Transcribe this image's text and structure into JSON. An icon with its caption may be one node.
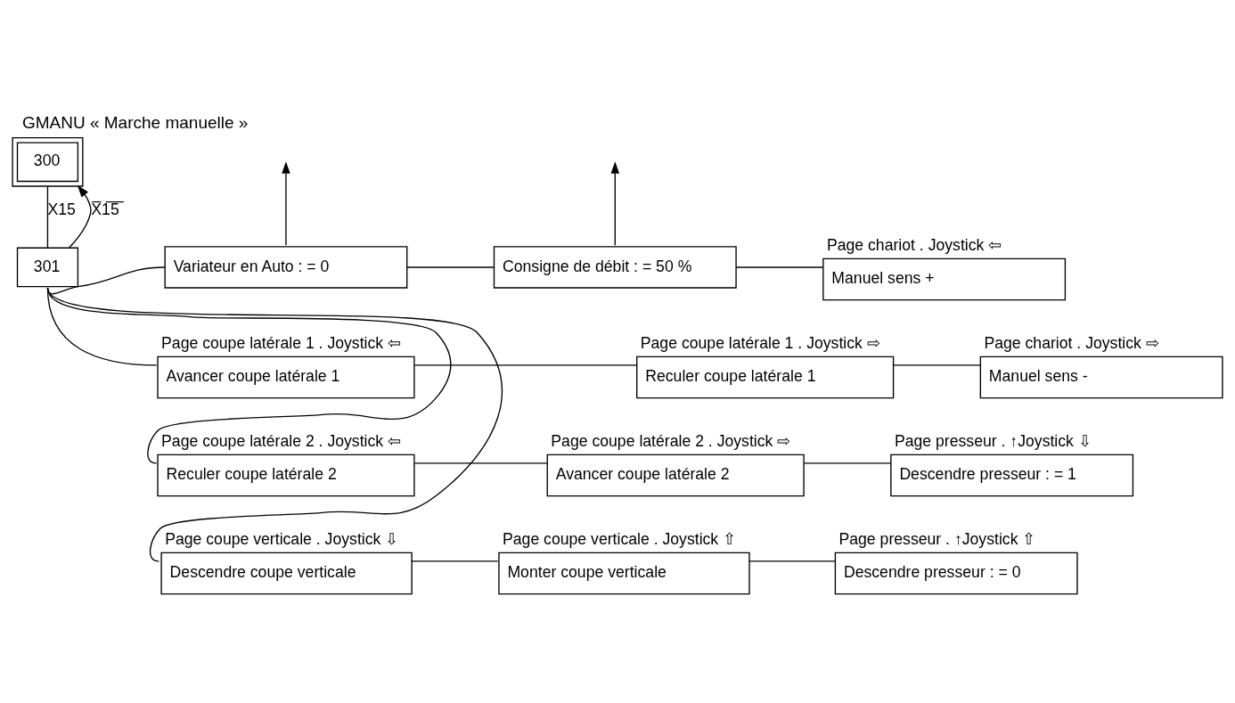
{
  "diagram": {
    "title": "GMANU « Marche manuelle »",
    "nodes": [
      {
        "text": [
          "300"
        ]
      },
      {
        "text": [
          "301"
        ]
      },
      {
        "text": [
          "Variateur en Auto : = 0"
        ]
      },
      {
        "text": [
          "Consigne de débit : = 50 %"
        ]
      },
      {
        "text": [
          "Manuel sens +"
        ],
        "beside": [
          "Page chariot . Joystick ⇦"
        ]
      },
      {
        "text": [
          "Avancer coupe latérale 1"
        ],
        "beside": [
          "Page coupe latérale 1 . Joystick ⇦"
        ]
      },
      {
        "text": [
          "Reculer coupe latérale 1"
        ],
        "beside": [
          "Page coupe latérale 1 . Joystick ⇨"
        ]
      },
      {
        "text": [
          "Manuel sens -"
        ],
        "beside": [
          "Page chariot . Joystick ⇨"
        ]
      },
      {
        "text": [
          "Reculer coupe latérale 2"
        ],
        "beside": [
          "Page coupe latérale 2 . Joystick ⇦"
        ]
      },
      {
        "text": [
          "Avancer coupe latérale 2"
        ],
        "beside": [
          "Page coupe latérale 2 . Joystick ⇨"
        ]
      },
      {
        "text": [
          "Descendre presseur : = 1"
        ],
        "beside": [
          "Page presseur . ↑Joystick ⇩"
        ]
      },
      {
        "text": [
          "Descendre coupe verticale"
        ],
        "beside": [
          "Page coupe verticale . Joystick ⇩"
        ]
      },
      {
        "text": [
          "Monter coupe verticale"
        ],
        "beside": [
          "Page coupe verticale . Joystick ⇧"
        ]
      },
      {
        "text": [
          "Descendre presseur : = 0"
        ],
        "beside": [
          "Page presseur . ↑Joystick ⇧"
        ]
      }
    ],
    "edges": [
      {
        "from": 0,
        "to": 1,
        "arrow": "none",
        "label": "X15"
      },
      {
        "from": 1,
        "to": 0,
        "arrow": "to",
        "label": "X̅1̅5̅"
      },
      {
        "from": 1,
        "to": 2,
        "arrow": "none"
      },
      {
        "from": 2,
        "to": 3,
        "arrow": "none"
      },
      {
        "from": 3,
        "to": 4,
        "arrow": "none"
      },
      {
        "from": 2,
        "to": null,
        "arrow": "to"
      },
      {
        "from": 3,
        "to": null,
        "arrow": "to"
      },
      {
        "from": 1,
        "to": 5,
        "arrow": "none"
      },
      {
        "from": 5,
        "to": 6,
        "arrow": "none"
      },
      {
        "from": 6,
        "to": 7,
        "arrow": "none"
      },
      {
        "from": 1,
        "to": 8,
        "arrow": "none"
      },
      {
        "from": 8,
        "to": 9,
        "arrow": "none"
      },
      {
        "from": 9,
        "to": 10,
        "arrow": "none"
      },
      {
        "from": 1,
        "to": 11,
        "arrow": "none"
      },
      {
        "from": 11,
        "to": 12,
        "arrow": "none"
      },
      {
        "from": 12,
        "to": 13,
        "arrow": "none"
      }
    ]
  }
}
